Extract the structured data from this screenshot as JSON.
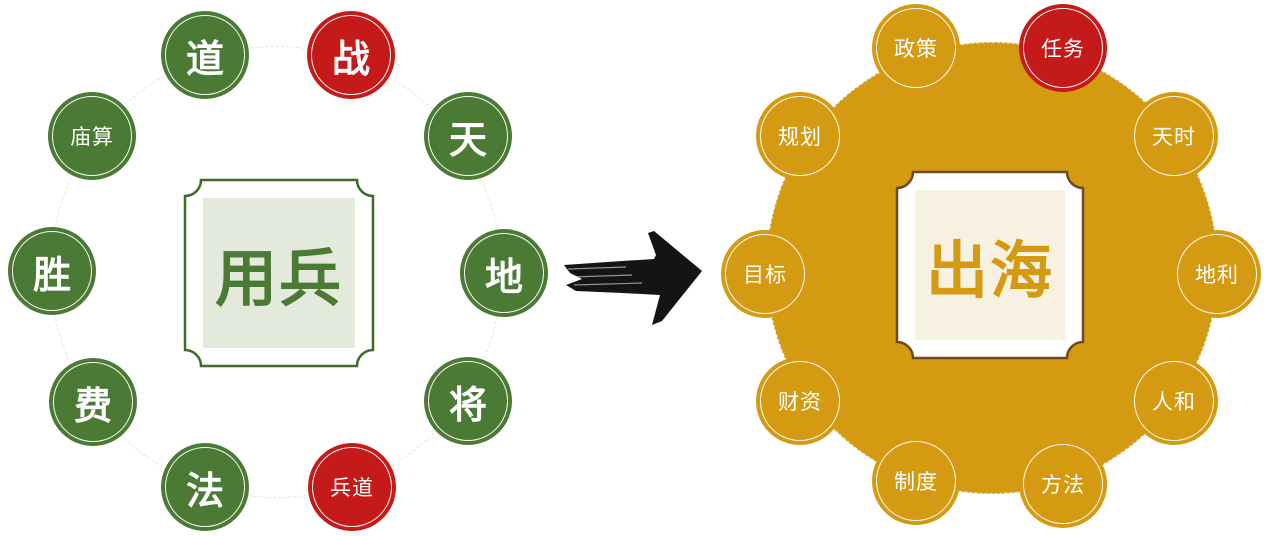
{
  "left": {
    "center": "用兵",
    "nodes": [
      "道",
      "战",
      "天",
      "地",
      "将",
      "兵道",
      "法",
      "费",
      "胜",
      "庙算"
    ]
  },
  "right": {
    "center": "出海",
    "nodes": [
      "政策",
      "任务",
      "天时",
      "地利",
      "人和",
      "方法",
      "制度",
      "财资",
      "目标",
      "规划"
    ]
  },
  "colors": {
    "green": "#4a7a34",
    "red": "#c41a1a",
    "gold": "#d39a12",
    "green_panel": "#e3eadb",
    "gold_panel": "#f7f1e1"
  }
}
